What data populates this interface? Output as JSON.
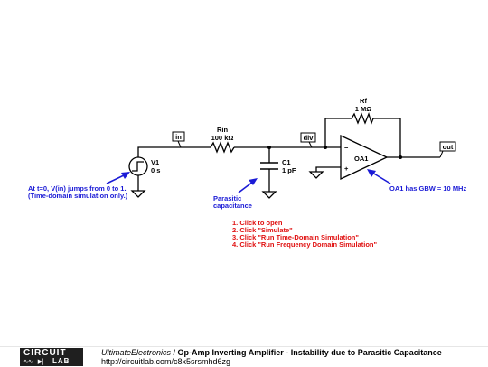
{
  "components": {
    "rin": {
      "name": "Rin",
      "value": "100 kΩ"
    },
    "rf": {
      "name": "Rf",
      "value": "1 MΩ"
    },
    "c1": {
      "name": "C1",
      "value": "1 pF"
    },
    "v1": {
      "name": "V1",
      "value": "0 s"
    },
    "oa1": {
      "name": "OA1"
    }
  },
  "nets": {
    "in": "in",
    "div": "div",
    "out": "out"
  },
  "opamp_signs": {
    "minus": "−",
    "plus": "+"
  },
  "notes": {
    "step": [
      "At t=0, V(in) jumps from 0 to 1.",
      "(Time-domain simulation only.)"
    ],
    "parasitic": [
      "Parasitic",
      "capacitance"
    ],
    "gbw": "OA1 has GBW = 10 MHz",
    "steps": [
      "1. Click to open",
      "2. Click \"Simulate\"",
      "3. Click \"Run Time-Domain Simulation\"",
      "4. Click \"Run Frequency Domain Simulation\""
    ]
  },
  "colors": {
    "note_blue": "#1a1ad6",
    "note_red": "#e01010"
  },
  "footer": {
    "logo_top": "CIRCUIT",
    "logo_bottom": "LAB",
    "logo_glyph": "∿∿—▶|—",
    "author": "UltimateElectronics",
    "separator": " / ",
    "title": "Op-Amp Inverting Amplifier - Instability due to Parasitic Capacitance",
    "url": "http://circuitlab.com/c8x5srsmhd6zg"
  }
}
